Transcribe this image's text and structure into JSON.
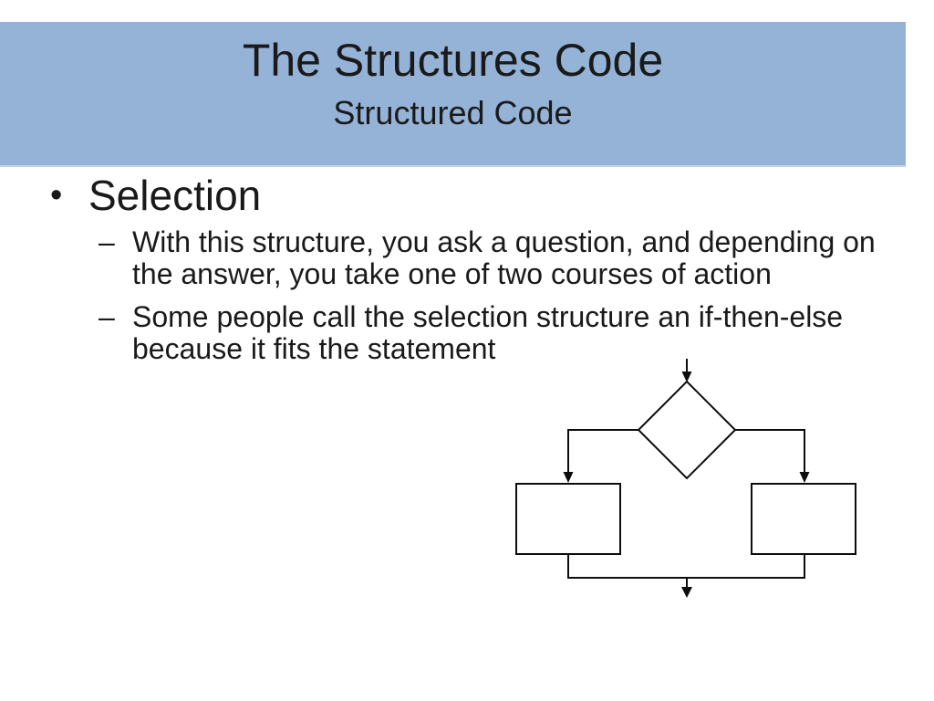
{
  "header": {
    "title": "The Structures Code",
    "subtitle": "Structured Code"
  },
  "content": {
    "bullet_glyph": "•",
    "dash_glyph": "–",
    "bullet_label": "Selection",
    "sub_bullets": [
      {
        "lines": [
          "With this structure, you ask a question, and depending on",
          "the answer, you take one of two courses of action"
        ]
      },
      {
        "lines": [
          "Some people call the selection structure an if-then-else",
          "because it fits the statement"
        ]
      }
    ]
  },
  "diagram": {
    "type": "flowchart",
    "name": "selection-structure",
    "nodes": [
      "decision-diamond",
      "process-box-left",
      "process-box-right"
    ],
    "connectors": [
      "entry-arrow",
      "left-branch-arrow",
      "right-branch-arrow",
      "merge-line",
      "exit-arrow"
    ]
  },
  "colors": {
    "banner": "#95B3D7",
    "banner_edge": "#C1D1E5",
    "text": "#1A1A1A",
    "line": "#0D0D0D",
    "background": "#FFFFFF"
  }
}
